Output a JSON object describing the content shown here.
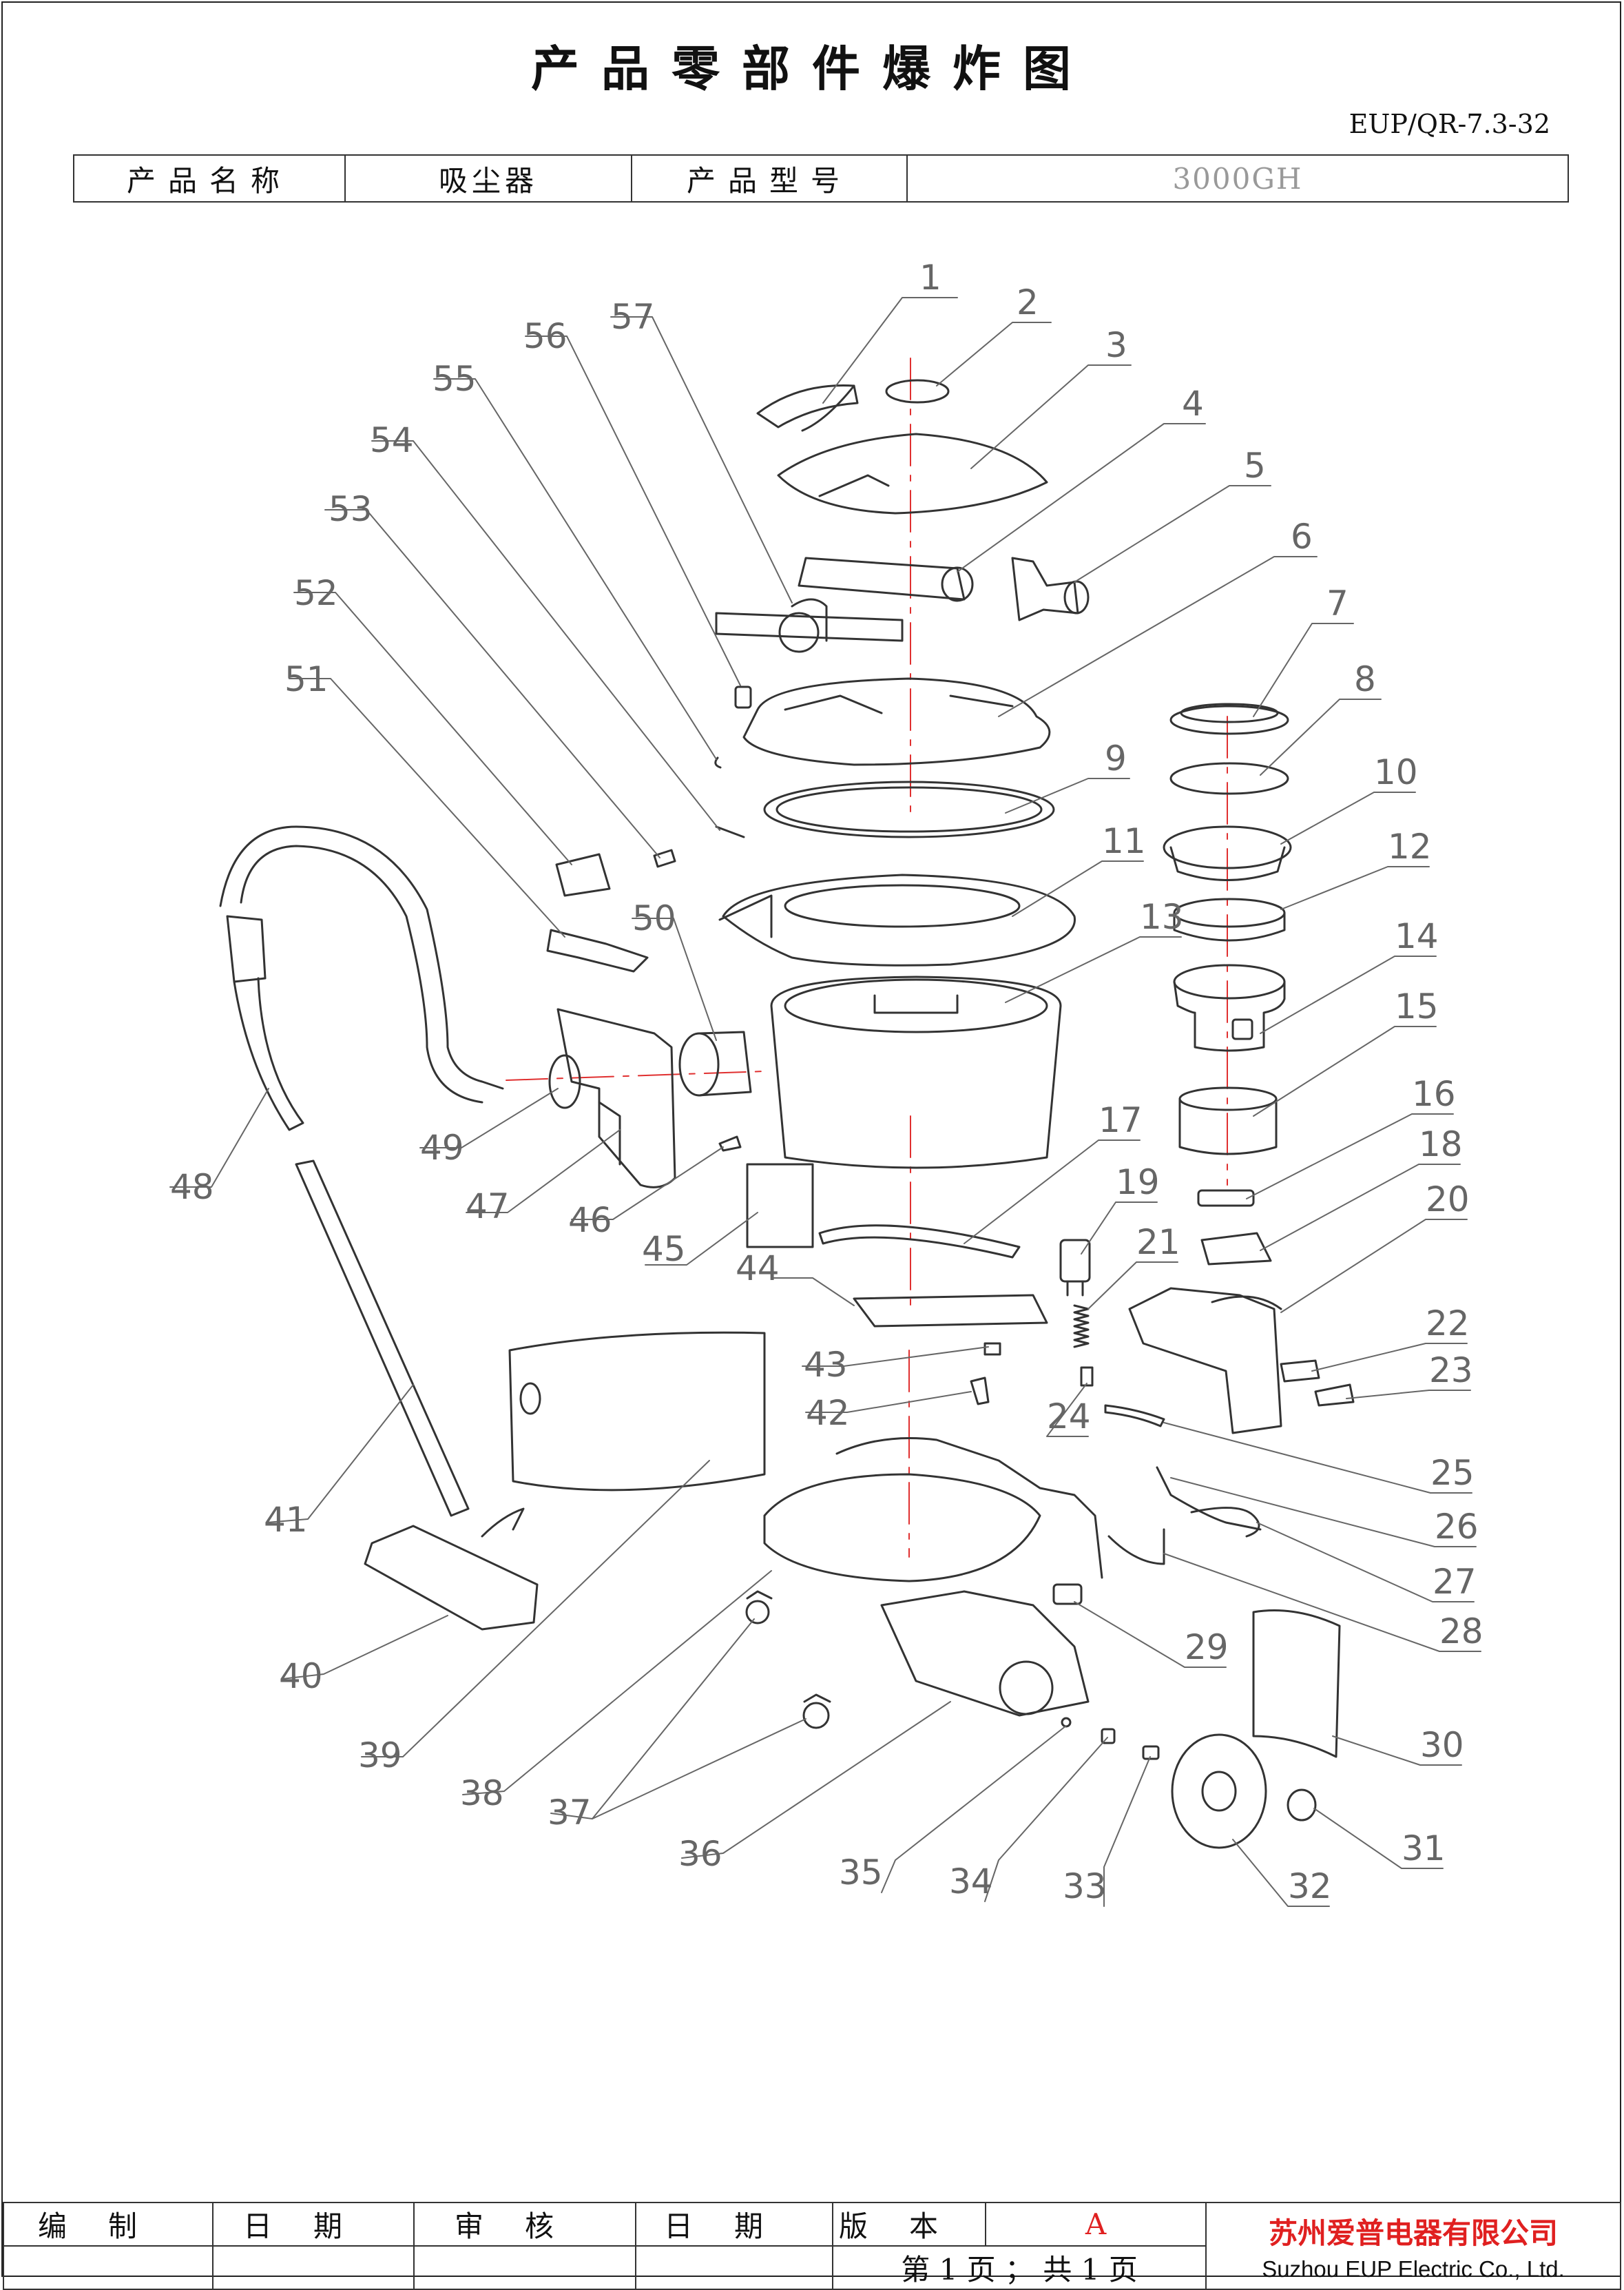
{
  "title": "产品零部件爆炸图",
  "doc_number": "EUP/QR-7.3-32",
  "header": {
    "name_label": "产品名称",
    "name_value": "吸尘器",
    "model_label": "产品型号",
    "model_value": "3000GH"
  },
  "callouts": [
    "1",
    "2",
    "3",
    "4",
    "5",
    "6",
    "7",
    "8",
    "9",
    "10",
    "11",
    "12",
    "13",
    "14",
    "15",
    "16",
    "17",
    "18",
    "19",
    "20",
    "21",
    "22",
    "23",
    "24",
    "25",
    "26",
    "27",
    "28",
    "29",
    "30",
    "31",
    "32",
    "33",
    "34",
    "35",
    "36",
    "37",
    "38",
    "39",
    "40",
    "41",
    "42",
    "43",
    "44",
    "45",
    "46",
    "47",
    "48",
    "49",
    "50",
    "51",
    "52",
    "53",
    "54",
    "55",
    "56",
    "57"
  ],
  "footer": {
    "compiled_label": "编制",
    "date_label_1": "日期",
    "review_label": "审核",
    "date_label_2": "日期",
    "version_label": "版本",
    "version_value": "A",
    "page_text": "第 1 页 ； 共 1 页",
    "company_cn": "苏州爱普电器有限公司",
    "company_en": "Suzhou EUP Electric Co., Ltd."
  }
}
